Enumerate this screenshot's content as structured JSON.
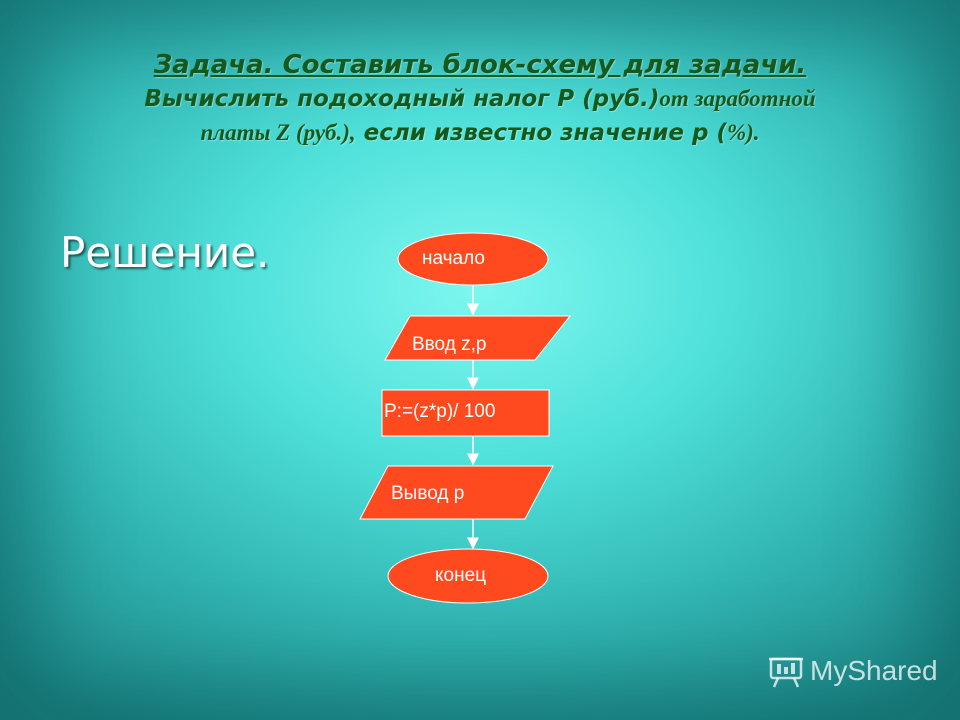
{
  "title": {
    "line1_a": "Задача.",
    "line1_b": " Составить блок-схему для задачи.",
    "line2_a": "Вычислить подоходный налог P (руб.)",
    "line2_b": "от заработной",
    "line3_a": "платы Z (руб.),",
    "line3_b": " если известно значение р (",
    "line3_c": "%)."
  },
  "solution_label": "Решение.",
  "flowchart": {
    "start": "начало",
    "input": "Ввод z,p",
    "process": "P:=(z*p)/ 100",
    "output": "Вывод р",
    "end": "конец"
  },
  "colors": {
    "node_fill": "#ff4a1f",
    "node_stroke": "#ffffff"
  },
  "watermark": {
    "text": "MyShared",
    "icon": "presentation-board-icon"
  }
}
